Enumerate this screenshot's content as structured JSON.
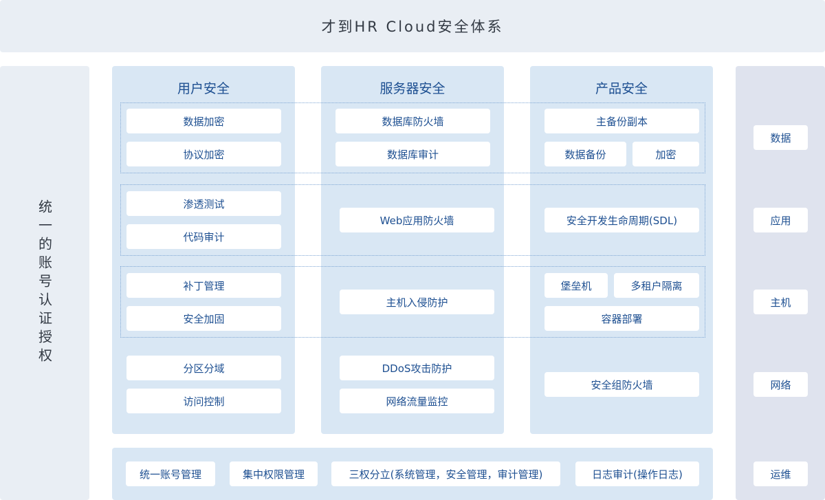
{
  "title": "才到HR Cloud安全体系",
  "left_label": "统一的账号认证授权",
  "columns": [
    {
      "title": "用户安全",
      "items": [
        "数据加密",
        "协议加密",
        "渗透测试",
        "代码审计",
        "补丁管理",
        "安全加固",
        "分区分域",
        "访问控制"
      ]
    },
    {
      "title": "服务器安全",
      "items": [
        "数据库防火墙",
        "数据库审计",
        "Web应用防火墙",
        "主机入侵防护",
        "DDoS攻击防护",
        "网络流量监控"
      ]
    },
    {
      "title": "产品安全",
      "items": [
        "主备份副本",
        "数据备份",
        "加密",
        "安全开发生命周期(SDL)",
        "堡垒机",
        "多租户隔离",
        "容器部署",
        "安全组防火墙"
      ]
    }
  ],
  "bottom_items": [
    "统一账号管理",
    "集中权限管理",
    "三权分立(系统管理，安全管理，审计管理)",
    "日志审计(操作日志)"
  ],
  "layers": [
    "数据",
    "应用",
    "主机",
    "网络",
    "运维"
  ]
}
